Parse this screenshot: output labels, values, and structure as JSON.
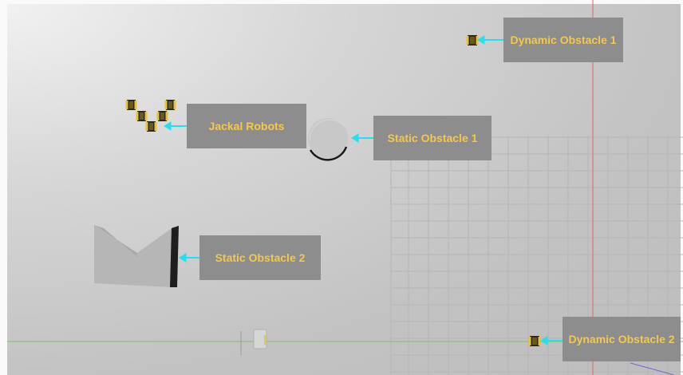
{
  "scene": {
    "background_color": "#c9c9c9",
    "callout_color": "#8d8d8d",
    "label_text_color": "#f4c84c",
    "arrow_color": "#22e0f0"
  },
  "labels": {
    "dynamic_obstacle_1": "Dynamic Obstacle 1",
    "jackal_robots": "Jackal Robots",
    "static_obstacle_1": "Static Obstacle 1",
    "static_obstacle_2": "Static Obstacle 2",
    "dynamic_obstacle_2": "Dynamic Obstacle 2"
  },
  "objects": {
    "jackal_robot_count": 5,
    "icons": [
      "jackal-robot-icon",
      "dynamic-obstacle-icon",
      "cylinder-obstacle",
      "v-wall-obstacle",
      "arrow-icon"
    ]
  }
}
